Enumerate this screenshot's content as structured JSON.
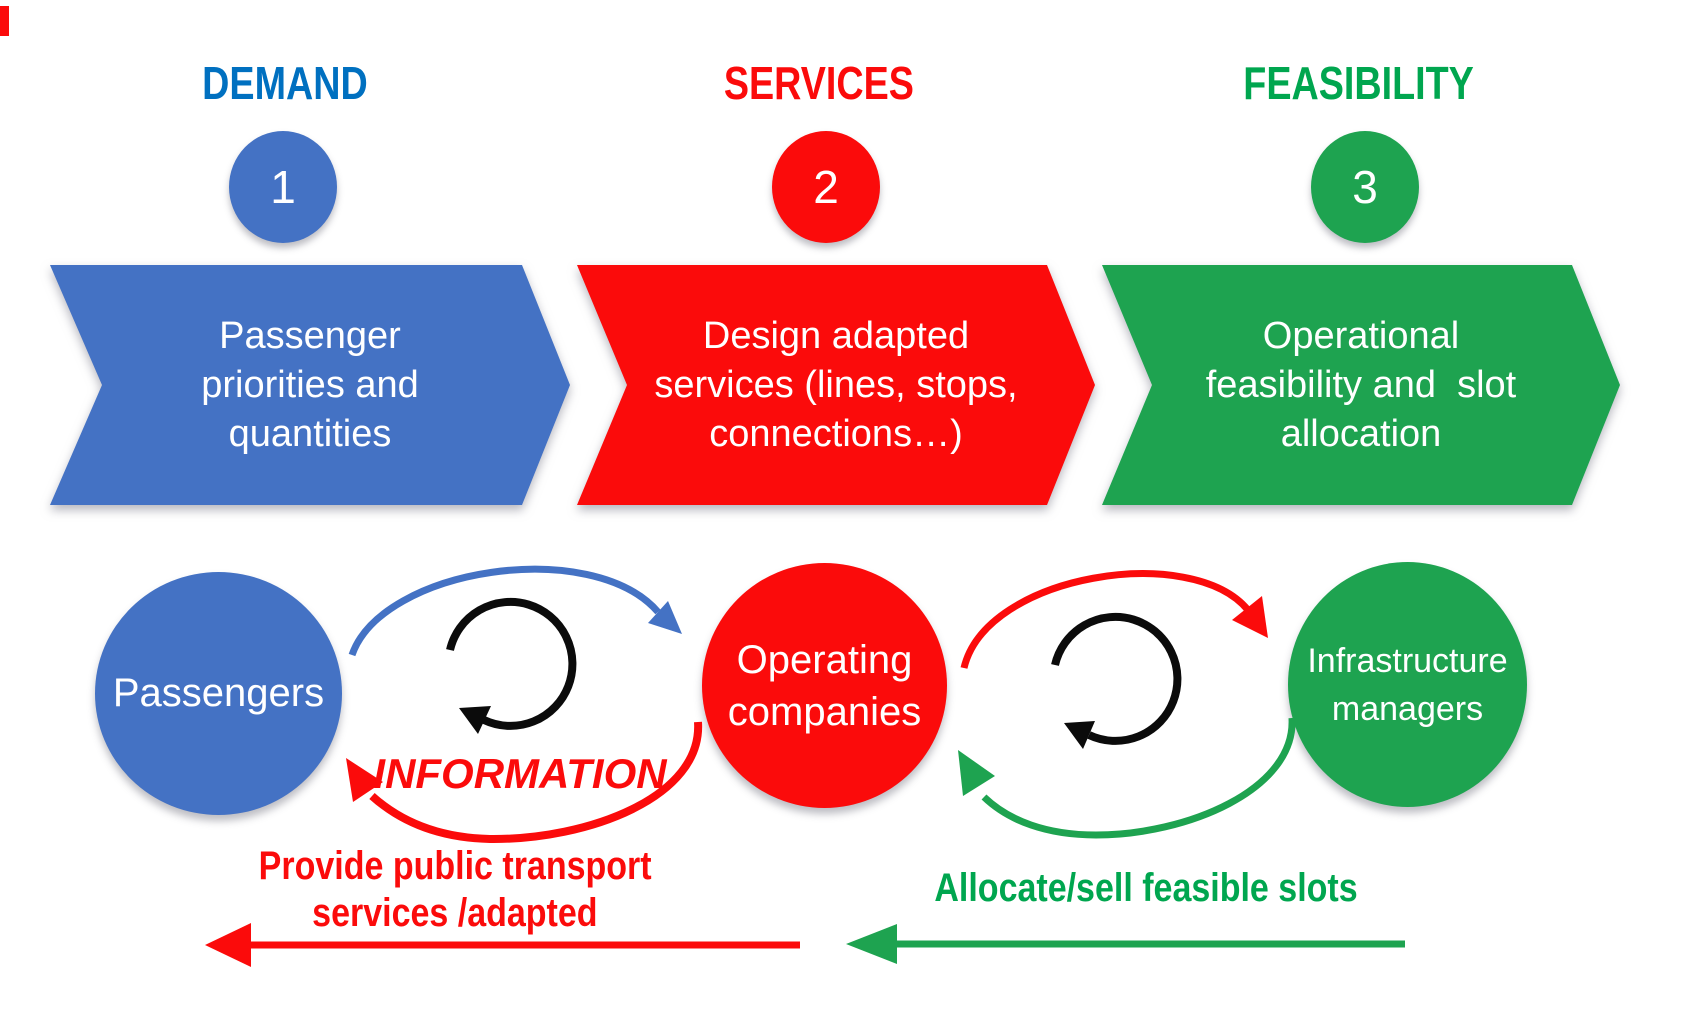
{
  "steps": [
    {
      "title": "DEMAND",
      "number": "1",
      "banner_lines": [
        "Passenger",
        "priorities and",
        "quantities"
      ]
    },
    {
      "title": "SERVICES",
      "number": "2",
      "banner_lines": [
        "Design adapted",
        "services (lines, stops,",
        "connections…)"
      ]
    },
    {
      "title": "FEASIBILITY",
      "number": "3",
      "banner_lines": [
        "Operational",
        "feasibility and  slot",
        "allocation"
      ]
    }
  ],
  "actors": [
    {
      "lines": [
        "Passengers"
      ]
    },
    {
      "lines": [
        "Operating",
        "companies"
      ]
    },
    {
      "lines": [
        "Infrastructure",
        "managers"
      ]
    }
  ],
  "flow_labels": {
    "information": "INFORMATION",
    "provide_lines": [
      "Provide public transport",
      "services /adapted"
    ],
    "allocate": "Allocate/sell feasible slots"
  },
  "colors": {
    "blue": "#4472C4",
    "blue_bright": "#0070C0",
    "red": "#FB0B0B",
    "green": "#1EA350",
    "green_bright": "#00A64F",
    "ink": "#0B0B0B"
  }
}
